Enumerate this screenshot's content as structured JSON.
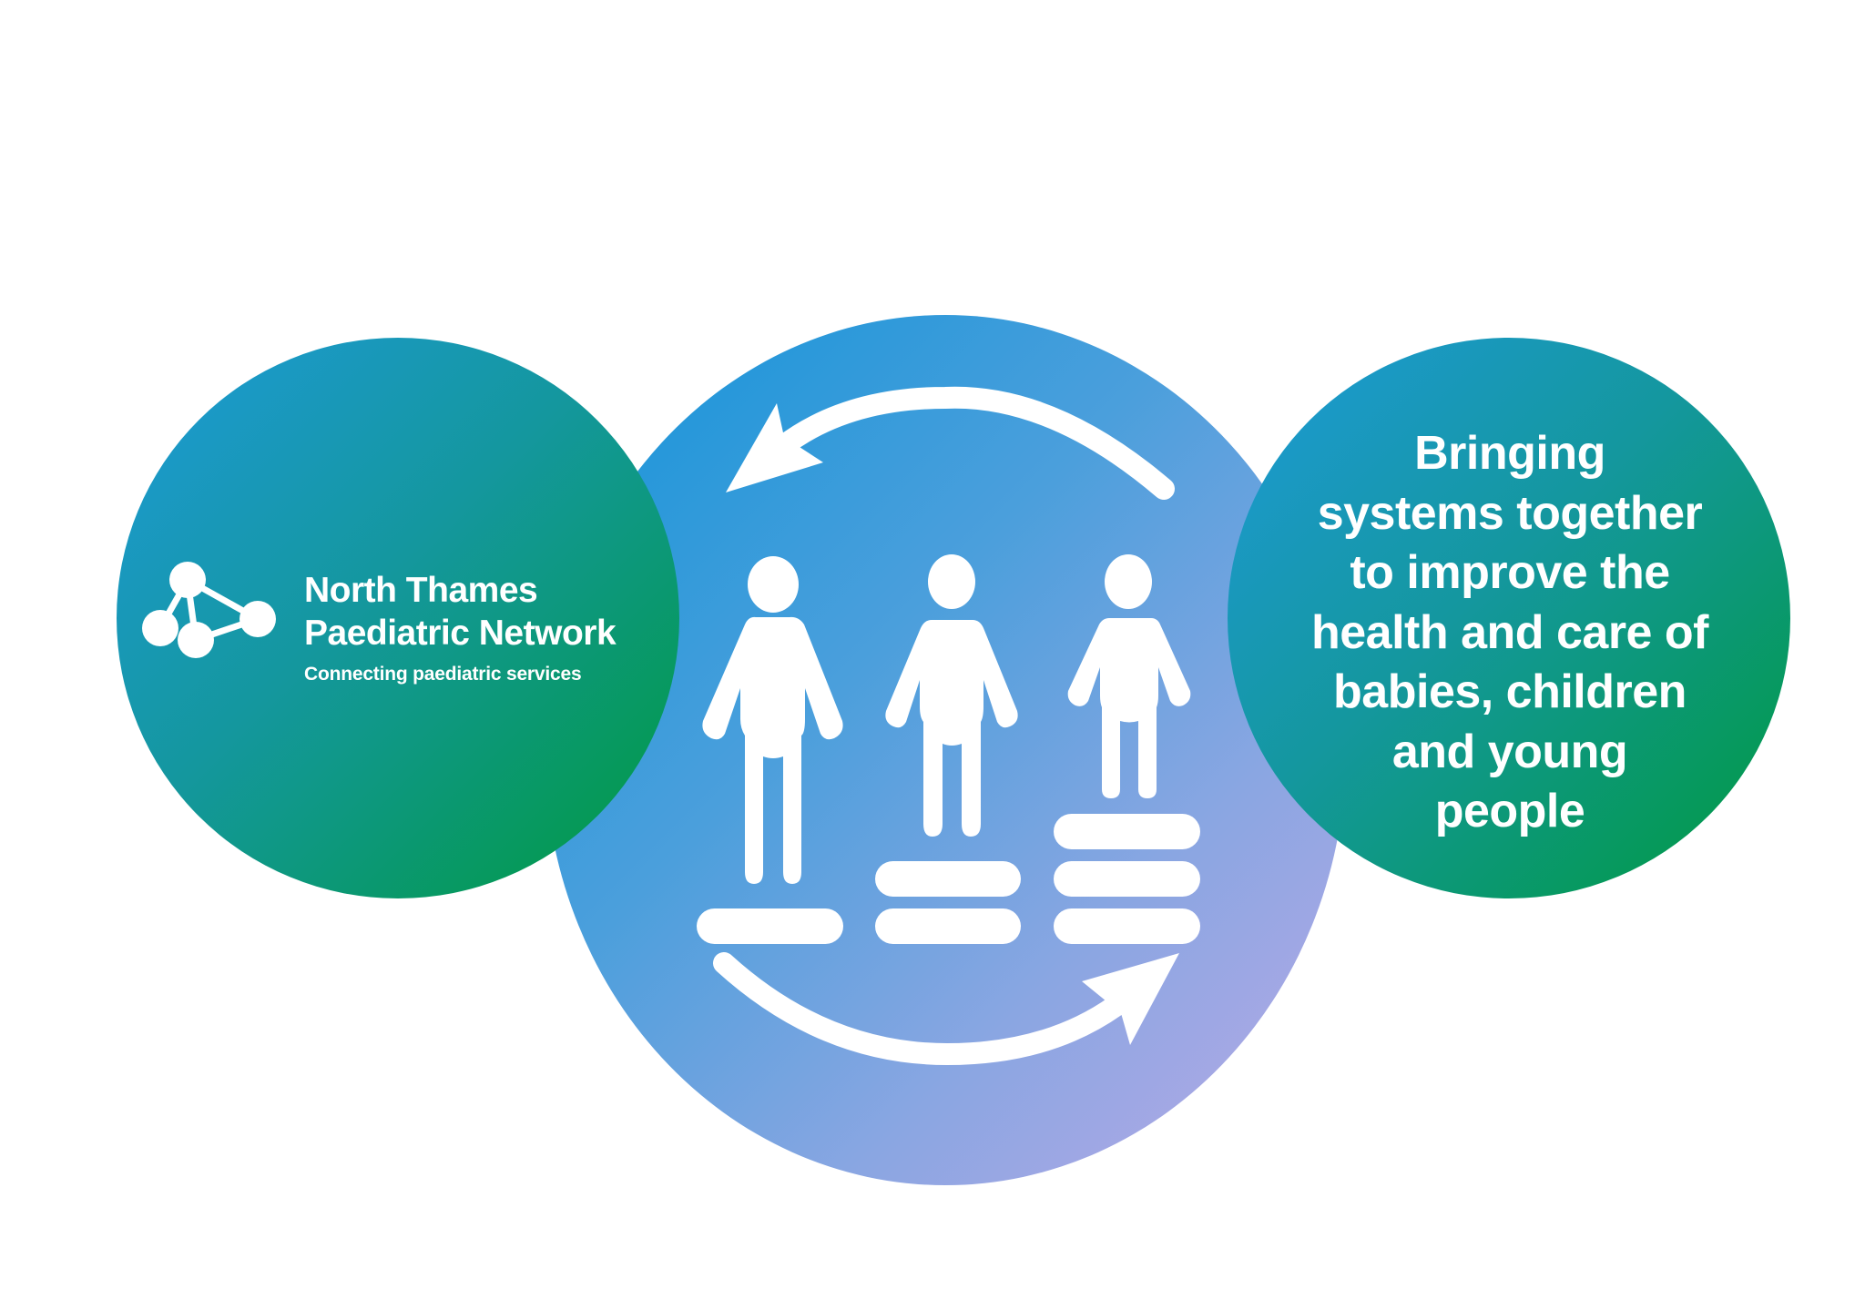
{
  "logo": {
    "line1": "North Thames",
    "line2": "Paediatric Network",
    "tagline": "Connecting paediatric services",
    "icon": "network-nodes-icon"
  },
  "mission": {
    "lines": [
      "Bringing",
      "systems together",
      "to improve the",
      "health and care of",
      "babies, children",
      "and young",
      "people"
    ]
  },
  "center_graphic": {
    "description": "Three figures of decreasing height standing on 1, 2 and 3 stacked blocks, surrounded by two circular arrows",
    "figures": [
      {
        "label": "tallest-figure",
        "blocks": 1
      },
      {
        "label": "medium-figure",
        "blocks": 2
      },
      {
        "label": "shortest-figure",
        "blocks": 3
      }
    ],
    "arrows": [
      "top-arrow-counterclockwise",
      "bottom-arrow-clockwise"
    ]
  },
  "colors": {
    "blue": "#1e9ad9",
    "teal": "#14979e",
    "green": "#009a3e",
    "lavender": "#bba9e6",
    "white": "#ffffff"
  }
}
